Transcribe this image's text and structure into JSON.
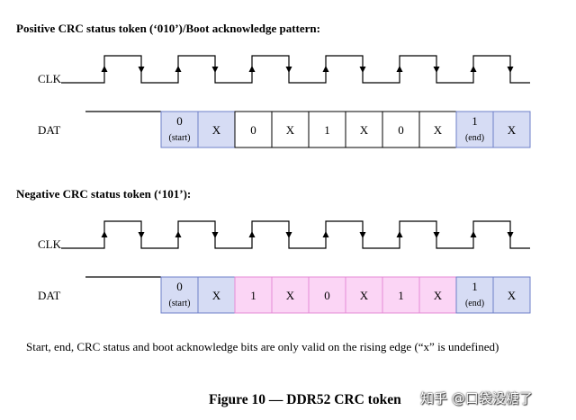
{
  "diagrams": [
    {
      "heading": "Positive CRC status token (‘010’)/Boot acknowledge pattern:",
      "clk_label": "CLK",
      "dat_label": "DAT",
      "cells": [
        {
          "main": "0",
          "sub": "(start)",
          "fill": "#d6dcf4"
        },
        {
          "main": "X",
          "sub": "",
          "fill": "#d6dcf4"
        },
        {
          "main": "0",
          "sub": "",
          "fill": "#ffffff"
        },
        {
          "main": "X",
          "sub": "",
          "fill": "#ffffff"
        },
        {
          "main": "1",
          "sub": "",
          "fill": "#ffffff"
        },
        {
          "main": "X",
          "sub": "",
          "fill": "#ffffff"
        },
        {
          "main": "0",
          "sub": "",
          "fill": "#ffffff"
        },
        {
          "main": "X",
          "sub": "",
          "fill": "#ffffff"
        },
        {
          "main": "1",
          "sub": "(end)",
          "fill": "#d6dcf4"
        },
        {
          "main": "X",
          "sub": "",
          "fill": "#d6dcf4"
        }
      ]
    },
    {
      "heading": "Negative CRC status token (‘101’):",
      "clk_label": "CLK",
      "dat_label": "DAT",
      "cells": [
        {
          "main": "0",
          "sub": "(start)",
          "fill": "#d6dcf4"
        },
        {
          "main": "X",
          "sub": "",
          "fill": "#d6dcf4"
        },
        {
          "main": "1",
          "sub": "",
          "fill": "#fbd5f5"
        },
        {
          "main": "X",
          "sub": "",
          "fill": "#fbd5f5"
        },
        {
          "main": "0",
          "sub": "",
          "fill": "#fbd5f5"
        },
        {
          "main": "X",
          "sub": "",
          "fill": "#fbd5f5"
        },
        {
          "main": "1",
          "sub": "",
          "fill": "#fbd5f5"
        },
        {
          "main": "X",
          "sub": "",
          "fill": "#fbd5f5"
        },
        {
          "main": "1",
          "sub": "(end)",
          "fill": "#d6dcf4"
        },
        {
          "main": "X",
          "sub": "",
          "fill": "#d6dcf4"
        }
      ]
    }
  ],
  "note": "Start, end, CRC status and boot acknowledge bits are only valid on the rising edge (“x” is undefined)",
  "caption": "Figure 10 — DDR52 CRC token",
  "watermark": "知乎 @口袋没糖了",
  "colors": {
    "line": "#000000",
    "cell_border": "#6e7fc9",
    "cell_border_pink": "#e58ad6"
  }
}
